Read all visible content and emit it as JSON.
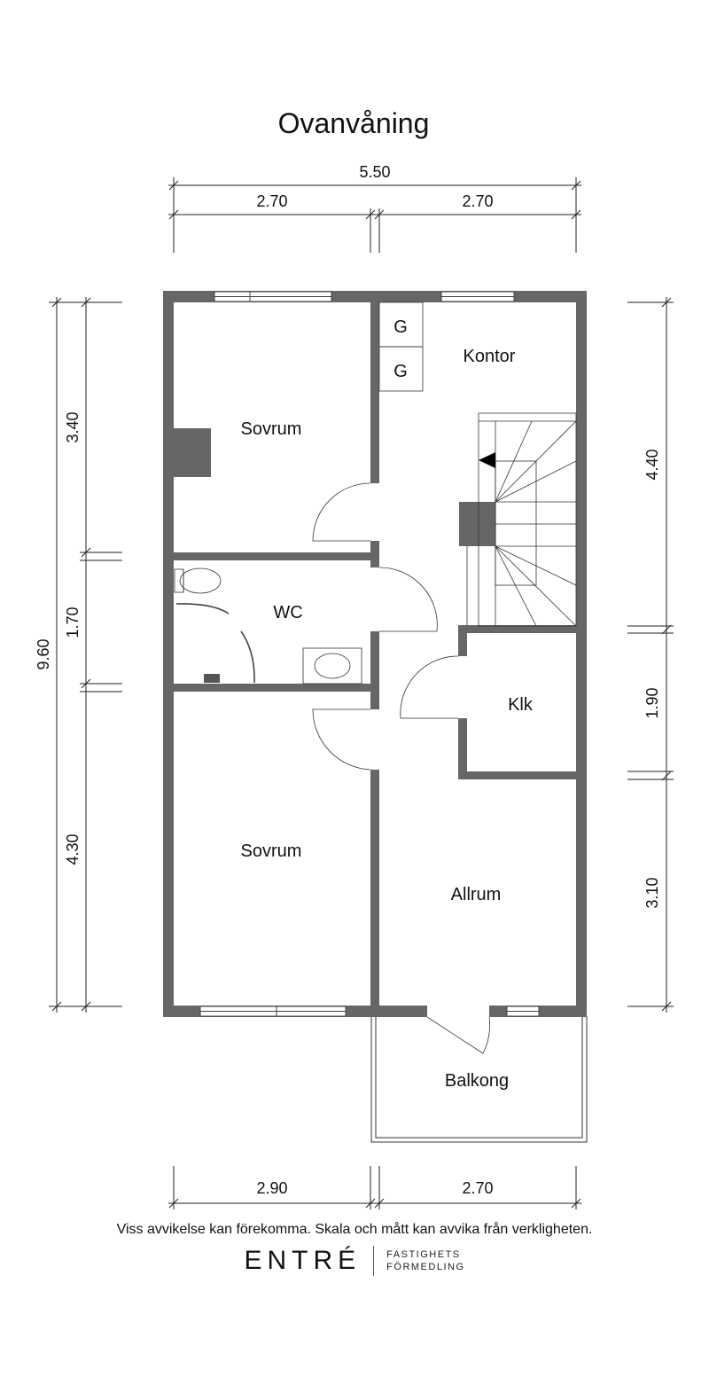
{
  "title": "Ovanvåning",
  "dimensions": {
    "top_total": "5.50",
    "top_left": "2.70",
    "top_right": "2.70",
    "left_total": "9.60",
    "left_top": "3.40",
    "left_mid": "1.70",
    "left_bottom": "4.30",
    "right_top": "4.40",
    "right_mid": "1.90",
    "right_bottom": "3.10",
    "bottom_left": "2.90",
    "bottom_right": "2.70"
  },
  "rooms": {
    "sovrum_top": "Sovrum",
    "kontor": "Kontor",
    "wc": "WC",
    "klk": "Klk",
    "sovrum_bottom": "Sovrum",
    "allrum": "Allrum",
    "balkong": "Balkong",
    "wardrobe_1": "G",
    "wardrobe_2": "G"
  },
  "disclaimer": "Viss avvikelse kan förekomma. Skala och mått kan avvika från verkligheten.",
  "logo": {
    "brand": "ENTRÉ",
    "line1": "FASTIGHETS",
    "line2": "FÖRMEDLING"
  }
}
